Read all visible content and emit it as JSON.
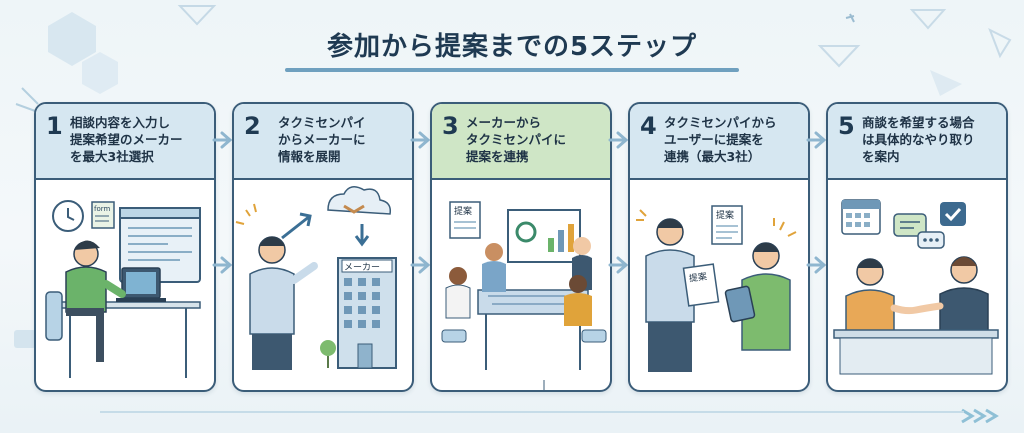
{
  "title": "参加から提案までの5ステップ",
  "colors": {
    "border": "#3b5d79",
    "head_blue": "#d6e7f1",
    "head_green": "#cfe6c6",
    "arrow": "#8fb6cf"
  },
  "steps": [
    {
      "num": "1",
      "text": "相談内容を入力し\n提案希望のメーカー\nを最大3社選択",
      "labels": {
        "form": "form"
      }
    },
    {
      "num": "2",
      "text": "タクミセンパイ\nからメーカーに\n情報を展開",
      "labels": {
        "building": "メーカー"
      }
    },
    {
      "num": "3",
      "text": "メーカーから\nタクミセンパイに\n提案を連携",
      "labels": {
        "doc": "提案"
      }
    },
    {
      "num": "4",
      "text": "タクミセンパイから\nユーザーに提案を\n連携（最大3社）",
      "labels": {
        "doc1": "提案",
        "doc2": "提案"
      }
    },
    {
      "num": "5",
      "text": "商談を希望する場合\nは具体的なやり取り\nを案内",
      "labels": {}
    }
  ]
}
